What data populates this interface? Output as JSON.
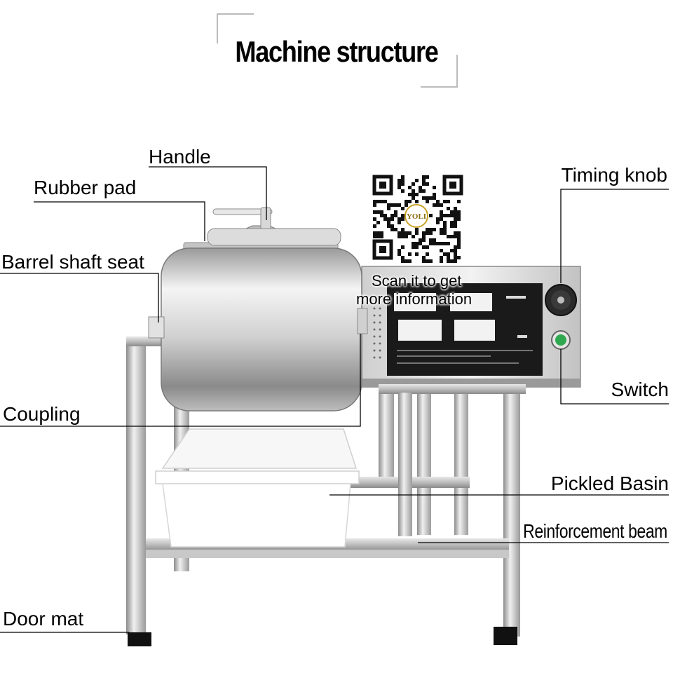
{
  "title": "Machine structure",
  "labels": {
    "handle": "Handle",
    "rubber_pad": "Rubber pad",
    "barrel_shaft_seat": "Barrel shaft seat",
    "coupling": "Coupling",
    "door_mat": "Door mat",
    "timing_knob": "Timing knob",
    "switch": "Switch",
    "pickled_basin": "Pickled Basin",
    "reinforcement_beam": "Reinforcement beam"
  },
  "qr": {
    "brand": "YOLI",
    "caption_line1": "Scan it to get",
    "caption_line2": "more information"
  },
  "colors": {
    "steel_light": "#f2f2f2",
    "steel_mid": "#b9b9b9",
    "steel_dark": "#6e6e6e",
    "panel_black": "#1a1a1a",
    "switch_green": "#2fa84f",
    "basin_white": "#ffffff",
    "leader_line": "#000000"
  }
}
